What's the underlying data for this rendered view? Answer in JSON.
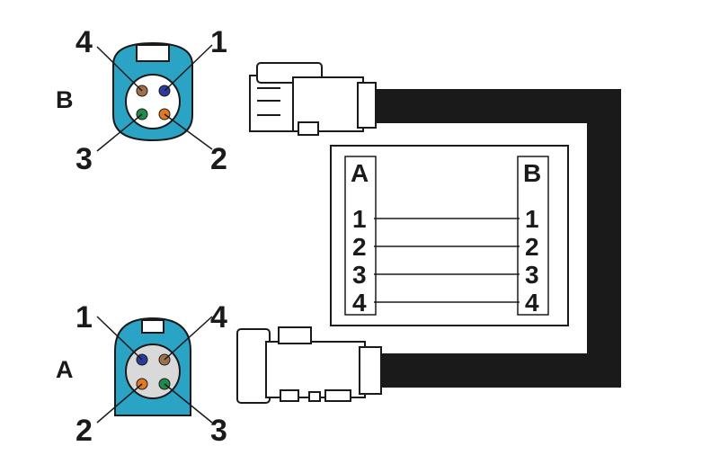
{
  "connector_b": {
    "label": "B",
    "pins": [
      "1",
      "2",
      "3",
      "4"
    ]
  },
  "connector_a": {
    "label": "A",
    "pins": [
      "1",
      "2",
      "3",
      "4"
    ]
  },
  "pinout_table": {
    "header_left": "A",
    "header_right": "B",
    "rows": [
      {
        "left": "1",
        "right": "1"
      },
      {
        "left": "2",
        "right": "2"
      },
      {
        "left": "3",
        "right": "3"
      },
      {
        "left": "4",
        "right": "4"
      }
    ]
  },
  "colors": {
    "connector_teal": "#2aa3c4",
    "pin_blue": "#2b3a9c",
    "pin_orange": "#e07a22",
    "pin_green": "#1f8a4c",
    "pin_brown": "#a0704a",
    "cable": "#1a1a1a"
  }
}
